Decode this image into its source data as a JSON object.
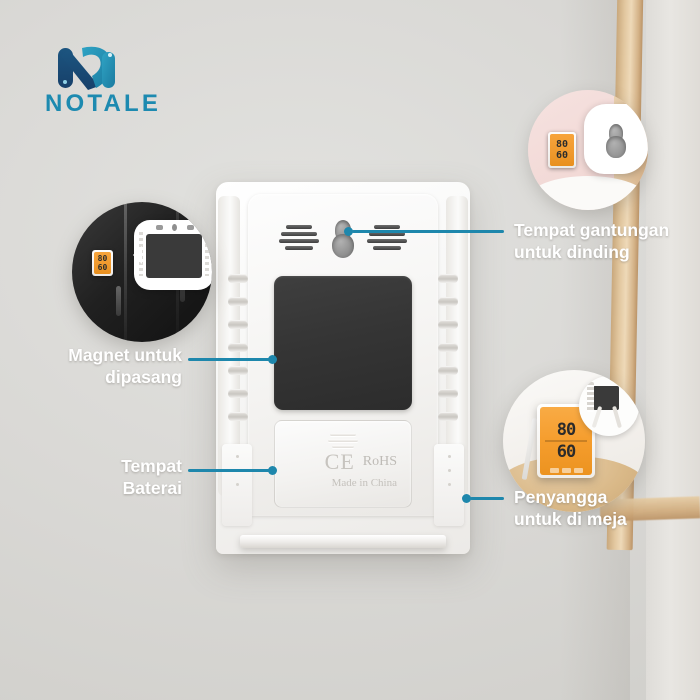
{
  "brand": {
    "name": "NOTALE",
    "mark_icon": "notale-monogram-icon",
    "colors": {
      "dark": "#1b4f72",
      "accent": "#1d8ab0"
    }
  },
  "theme": {
    "background": "#d9d9d6",
    "connector_line": "#1e87ac",
    "label_text": "#ffffff",
    "lcd_orange": "#f59d2d",
    "magnet_pad": "#343434"
  },
  "product": {
    "view": "back-panel",
    "certifications": {
      "ce": "CE",
      "rohs": "RoHS",
      "origin": "Made in China"
    },
    "parts": {
      "keyhole": "keyhole-hanging-slot",
      "grille_left": "vent-grille-left",
      "grille_right": "vent-grille-right",
      "magnet_pad": "magnet-pad",
      "battery_cover": "battery-compartment-cover",
      "stand_hinge": "kickstand-hinge"
    }
  },
  "callouts": [
    {
      "id": "hanging",
      "label": "Tempat gantungan\nuntuk dinding",
      "align": "left",
      "inset": "wall-mount-photo"
    },
    {
      "id": "magnet",
      "label": "Magnet untuk\ndipasang",
      "align": "right",
      "inset": "fridge-magnet-photo"
    },
    {
      "id": "battery",
      "label": "Tempat\nBaterai",
      "align": "right",
      "inset": null
    },
    {
      "id": "stand",
      "label": "Penyangga\nuntuk di meja",
      "align": "left",
      "inset": "desk-stand-photo"
    }
  ],
  "insets": {
    "fridge": {
      "scene": "refrigerator-door",
      "device_readout": {
        "temperature": "80",
        "humidity": "60"
      }
    },
    "wall": {
      "scene": "wall-mounted-device",
      "device_readout": {
        "temperature": "80",
        "humidity": "60"
      },
      "detail": "keyhole-closeup"
    },
    "desk": {
      "scene": "device-on-wooden-table",
      "device_readout": {
        "temperature": "80",
        "humidity": "60"
      },
      "detail": "kickstand-closeup"
    }
  }
}
